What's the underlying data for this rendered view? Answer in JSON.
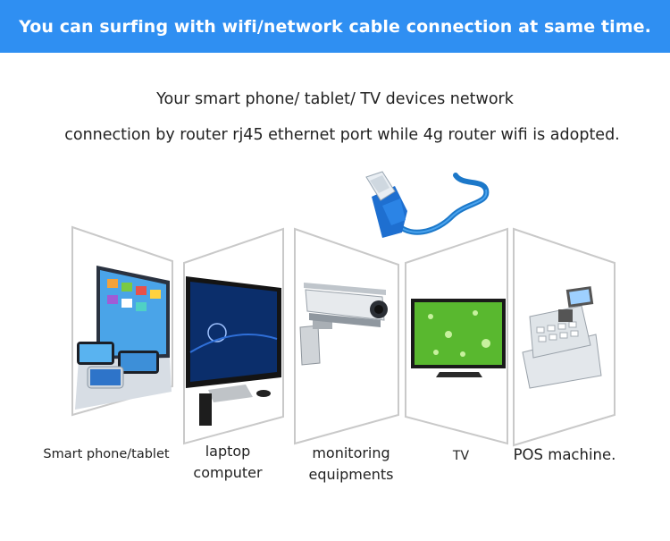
{
  "banner": {
    "text": "You can surfing with wifi/network cable connection at same time.",
    "color": "#2f8ff2"
  },
  "description": {
    "line1": "Your smart phone/ tablet/ TV devices network",
    "line2": "connection by router rj45 ethernet port while 4g router wifi is adopted."
  },
  "devices": [
    {
      "icon": "phone-tablet-icon",
      "label": "Smart phone/tablet"
    },
    {
      "icon": "laptop-icon",
      "label_line1": "laptop",
      "label_line2": "computer"
    },
    {
      "icon": "security-camera-icon",
      "label_line1": "monitoring",
      "label_line2": "equipments"
    },
    {
      "icon": "tv-icon",
      "label": "TV"
    },
    {
      "icon": "pos-machine-icon",
      "label": "POS machine."
    }
  ],
  "cable_icon": "ethernet-cable-icon"
}
